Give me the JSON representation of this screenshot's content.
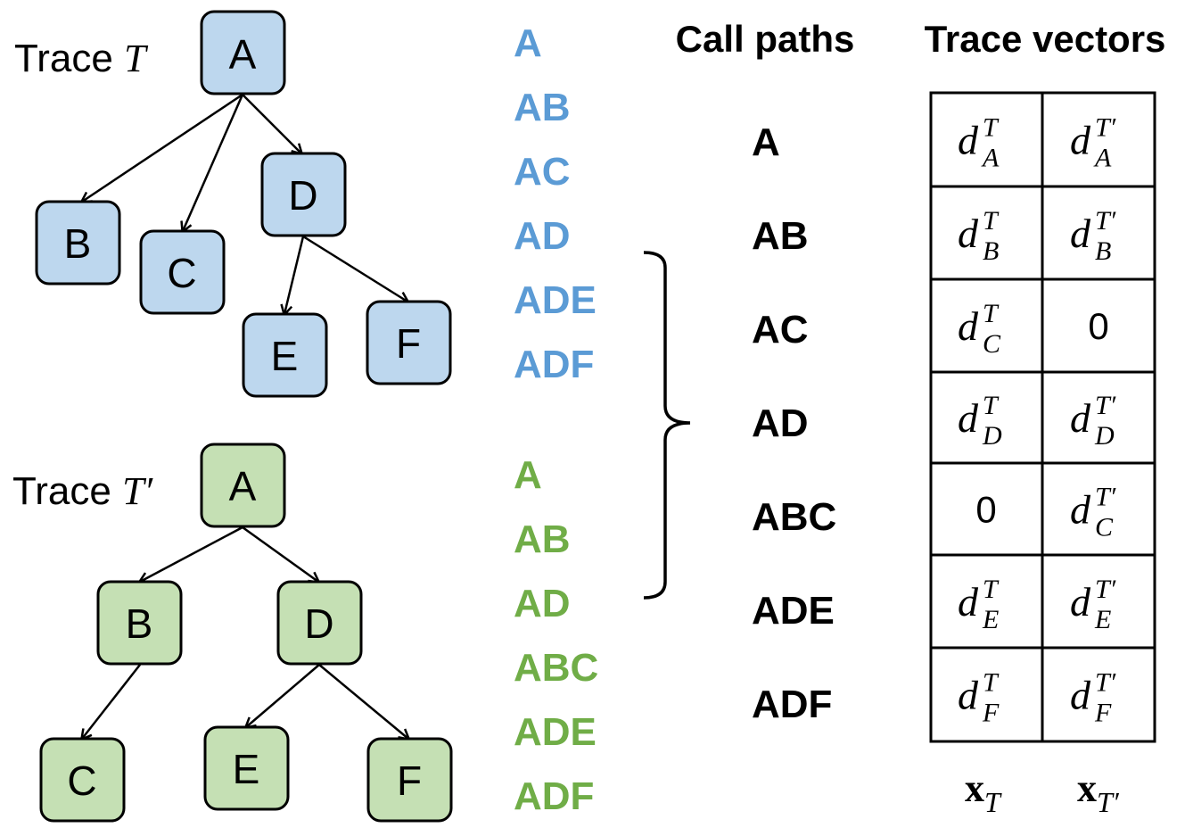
{
  "colors": {
    "blue_node": "#bdd7ee",
    "green_node": "#c5e0b4",
    "blue_text": "#5b9bd5",
    "green_text": "#70ad47"
  },
  "trace_t": {
    "label_prefix": "Trace ",
    "label_symbol": "T",
    "nodes": [
      "A",
      "B",
      "C",
      "D",
      "E",
      "F"
    ],
    "paths": [
      "A",
      "AB",
      "AC",
      "AD",
      "ADE",
      "ADF"
    ]
  },
  "trace_t_prime": {
    "label_prefix": "Trace ",
    "label_symbol": "T′",
    "nodes": [
      "A",
      "B",
      "D",
      "C",
      "E",
      "F"
    ],
    "paths": [
      "A",
      "AB",
      "AD",
      "ABC",
      "ADE",
      "ADF"
    ]
  },
  "headers": {
    "call_paths": "Call paths",
    "trace_vectors": "Trace vectors"
  },
  "call_paths": [
    "A",
    "AB",
    "AC",
    "AD",
    "ABC",
    "ADE",
    "ADF"
  ],
  "table": {
    "rows": [
      {
        "t": {
          "base": "d",
          "sub": "A",
          "sup": "T"
        },
        "tp": {
          "base": "d",
          "sub": "A",
          "sup": "T′"
        }
      },
      {
        "t": {
          "base": "d",
          "sub": "B",
          "sup": "T"
        },
        "tp": {
          "base": "d",
          "sub": "B",
          "sup": "T′"
        }
      },
      {
        "t": {
          "base": "d",
          "sub": "C",
          "sup": "T"
        },
        "tp": {
          "zero": "0"
        }
      },
      {
        "t": {
          "base": "d",
          "sub": "D",
          "sup": "T"
        },
        "tp": {
          "base": "d",
          "sub": "D",
          "sup": "T′"
        }
      },
      {
        "t": {
          "zero": "0"
        },
        "tp": {
          "base": "d",
          "sub": "C",
          "sup": "T′"
        }
      },
      {
        "t": {
          "base": "d",
          "sub": "E",
          "sup": "T"
        },
        "tp": {
          "base": "d",
          "sub": "E",
          "sup": "T′"
        }
      },
      {
        "t": {
          "base": "d",
          "sub": "F",
          "sup": "T"
        },
        "tp": {
          "base": "d",
          "sub": "F",
          "sup": "T′"
        }
      }
    ]
  },
  "vectors": [
    {
      "base": "x",
      "sub": "T"
    },
    {
      "base": "x",
      "sub": "T′"
    }
  ]
}
